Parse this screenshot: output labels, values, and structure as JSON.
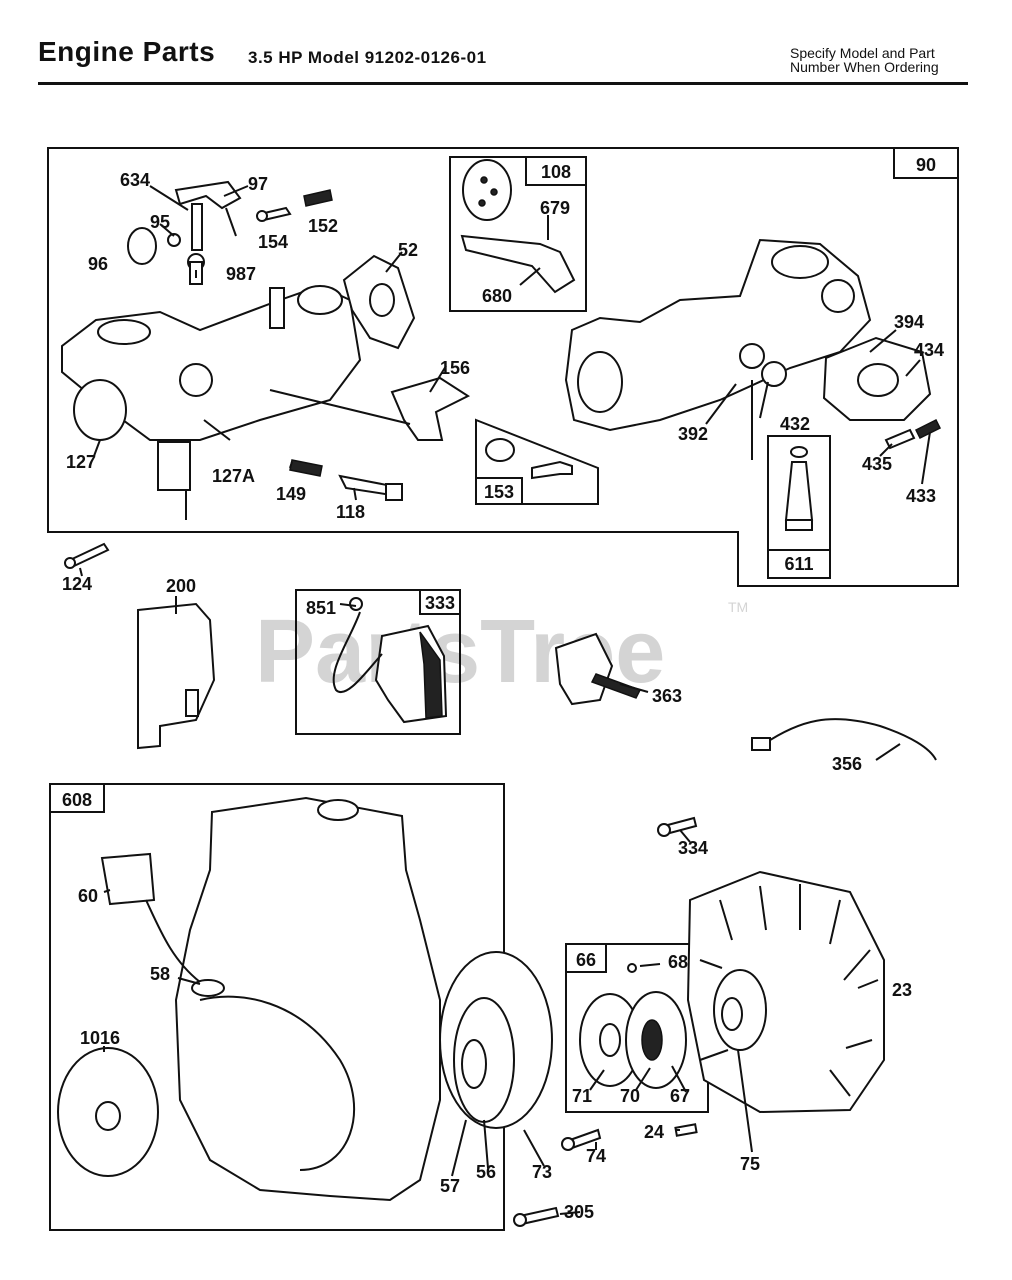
{
  "header": {
    "title": "Engine Parts",
    "subtitle": "3.5 HP Model 91202-0126-01",
    "note_line1": "Specify Model and Part",
    "note_line2": "Number When Ordering"
  },
  "watermark": {
    "text": "PartsTree",
    "trademark": "TM"
  },
  "groups": {
    "carburetor_kit": "90",
    "kit_108": "108",
    "kit_153": "153",
    "kit_611": "611",
    "ignition_kit": "333",
    "blower_housing_kit": "608",
    "kit_66": "66"
  },
  "callouts": {
    "p634": "634",
    "p97": "97",
    "p95": "95",
    "p96": "96",
    "p987": "987",
    "p154": "154",
    "p152": "152",
    "p52": "52",
    "p679": "679",
    "p680": "680",
    "p156": "156",
    "p127": "127",
    "p127a": "127A",
    "p149": "149",
    "p118": "118",
    "p394": "394",
    "p434": "434",
    "p392": "392",
    "p432": "432",
    "p435": "435",
    "p433": "433",
    "p124": "124",
    "p200": "200",
    "p851": "851",
    "p363": "363",
    "p356": "356",
    "p334": "334",
    "p60": "60",
    "p58": "58",
    "p1016": "1016",
    "p68": "68",
    "p23": "23",
    "p71": "71",
    "p70": "70",
    "p67": "67",
    "p24": "24",
    "p75": "75",
    "p74": "74",
    "p57": "57",
    "p56": "56",
    "p73": "73",
    "p305": "305"
  }
}
